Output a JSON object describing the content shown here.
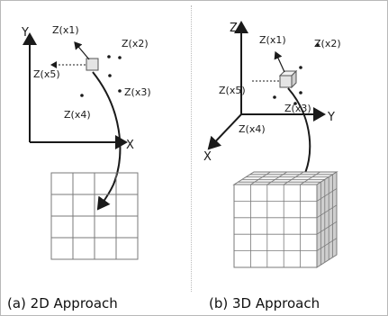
{
  "panel_a": {
    "axes": {
      "y": "Y",
      "x": "X"
    },
    "neighbors": [
      "Z(x1)",
      "Z(x2)",
      "Z(x3)",
      "Z(x4)",
      "Z(x5)"
    ],
    "caption": "(a) 2D Approach"
  },
  "panel_b": {
    "axes": {
      "z": "Z",
      "y": "Y",
      "x": "X"
    },
    "neighbors": [
      "Z(x1)",
      "Z(x2)",
      "Z(x3)",
      "Z(x4)",
      "Z(x5)"
    ],
    "caption": "(b) 3D Approach"
  },
  "colors": {
    "line": "#1a1a1a",
    "grid": "#7a7a7a",
    "cube_face": "#f2f2f2",
    "cube_side": "#cfcfcf"
  }
}
